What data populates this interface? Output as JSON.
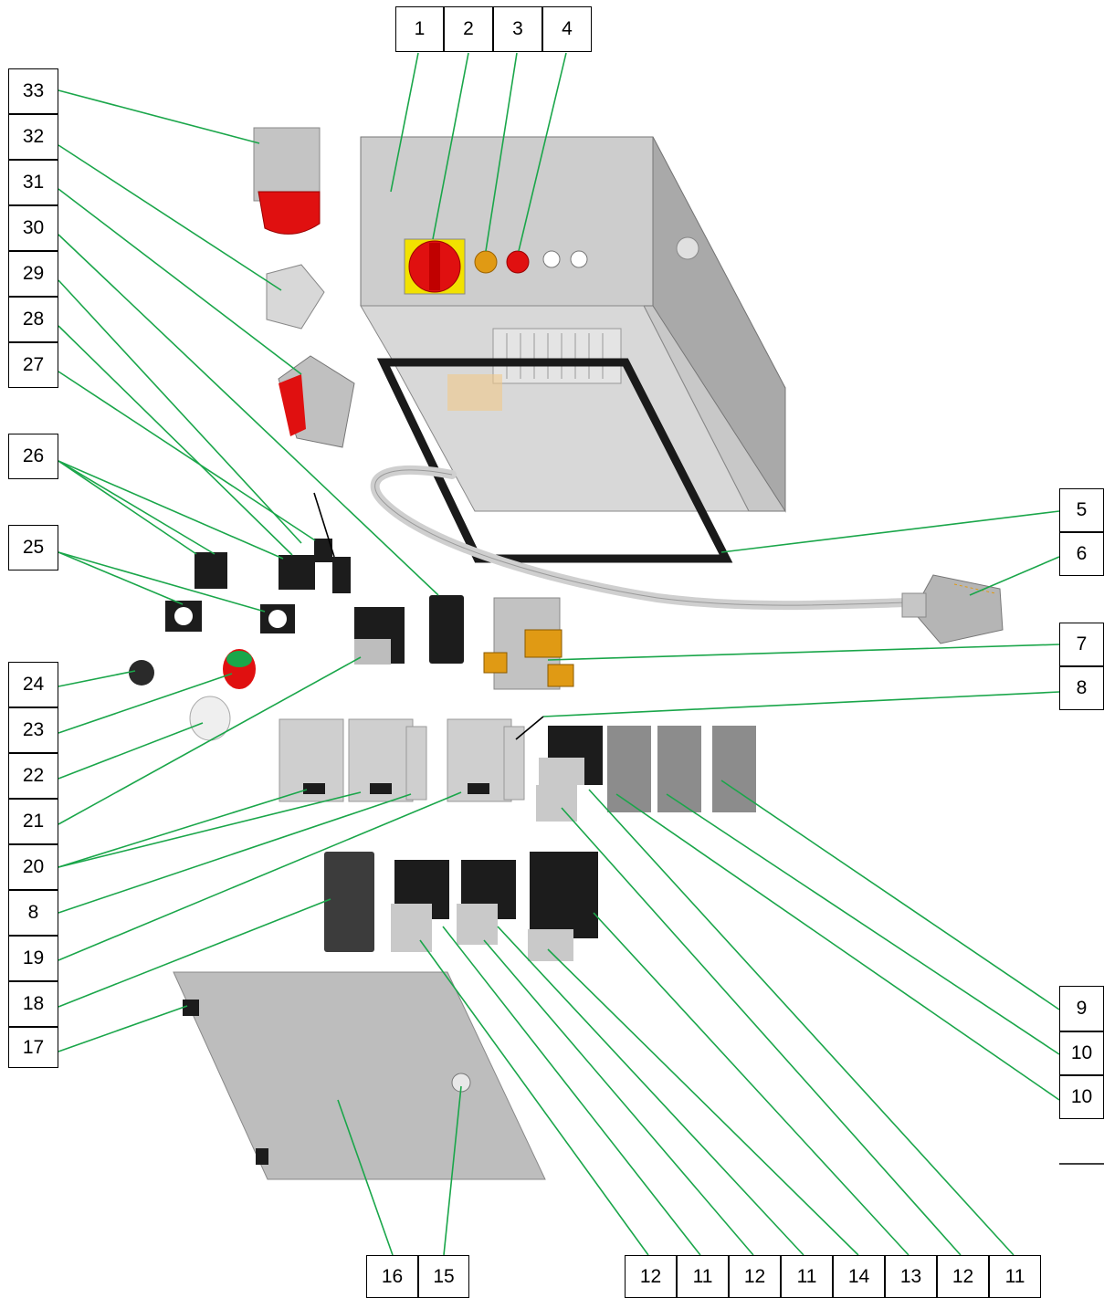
{
  "figure": {
    "top_labels": [
      "1",
      "2",
      "3",
      "4"
    ],
    "left_labels": [
      "33",
      "32",
      "31",
      "30",
      "29",
      "28",
      "27",
      "26",
      "25",
      "24",
      "23",
      "22",
      "21",
      "20",
      "8",
      "19",
      "18",
      "17"
    ],
    "right_labels": [
      "5",
      "6",
      "7",
      "8",
      "9",
      "10",
      "10"
    ],
    "bottom_left_labels": [
      "16",
      "15"
    ],
    "bottom_right_labels": [
      "12",
      "11",
      "12",
      "11",
      "14",
      "13",
      "12",
      "11"
    ]
  },
  "colors": {
    "leader_line": "#1aa64a",
    "enclosure": "#b9b9b9",
    "gasket": "#1a1a1a",
    "red": "#e01010",
    "amber": "#e09a14",
    "yellow": "#f2e200",
    "dark_module": "#1c1c1c",
    "grey_module": "#8c8c8c"
  },
  "parts": [
    "enclosure",
    "main-switch",
    "amber-lamp",
    "red-button",
    "door",
    "gasket",
    "cable",
    "connector-plug",
    "terminal-bracket",
    "breakers",
    "contactors",
    "relays",
    "socket-red",
    "socket-white",
    "plug-red"
  ]
}
